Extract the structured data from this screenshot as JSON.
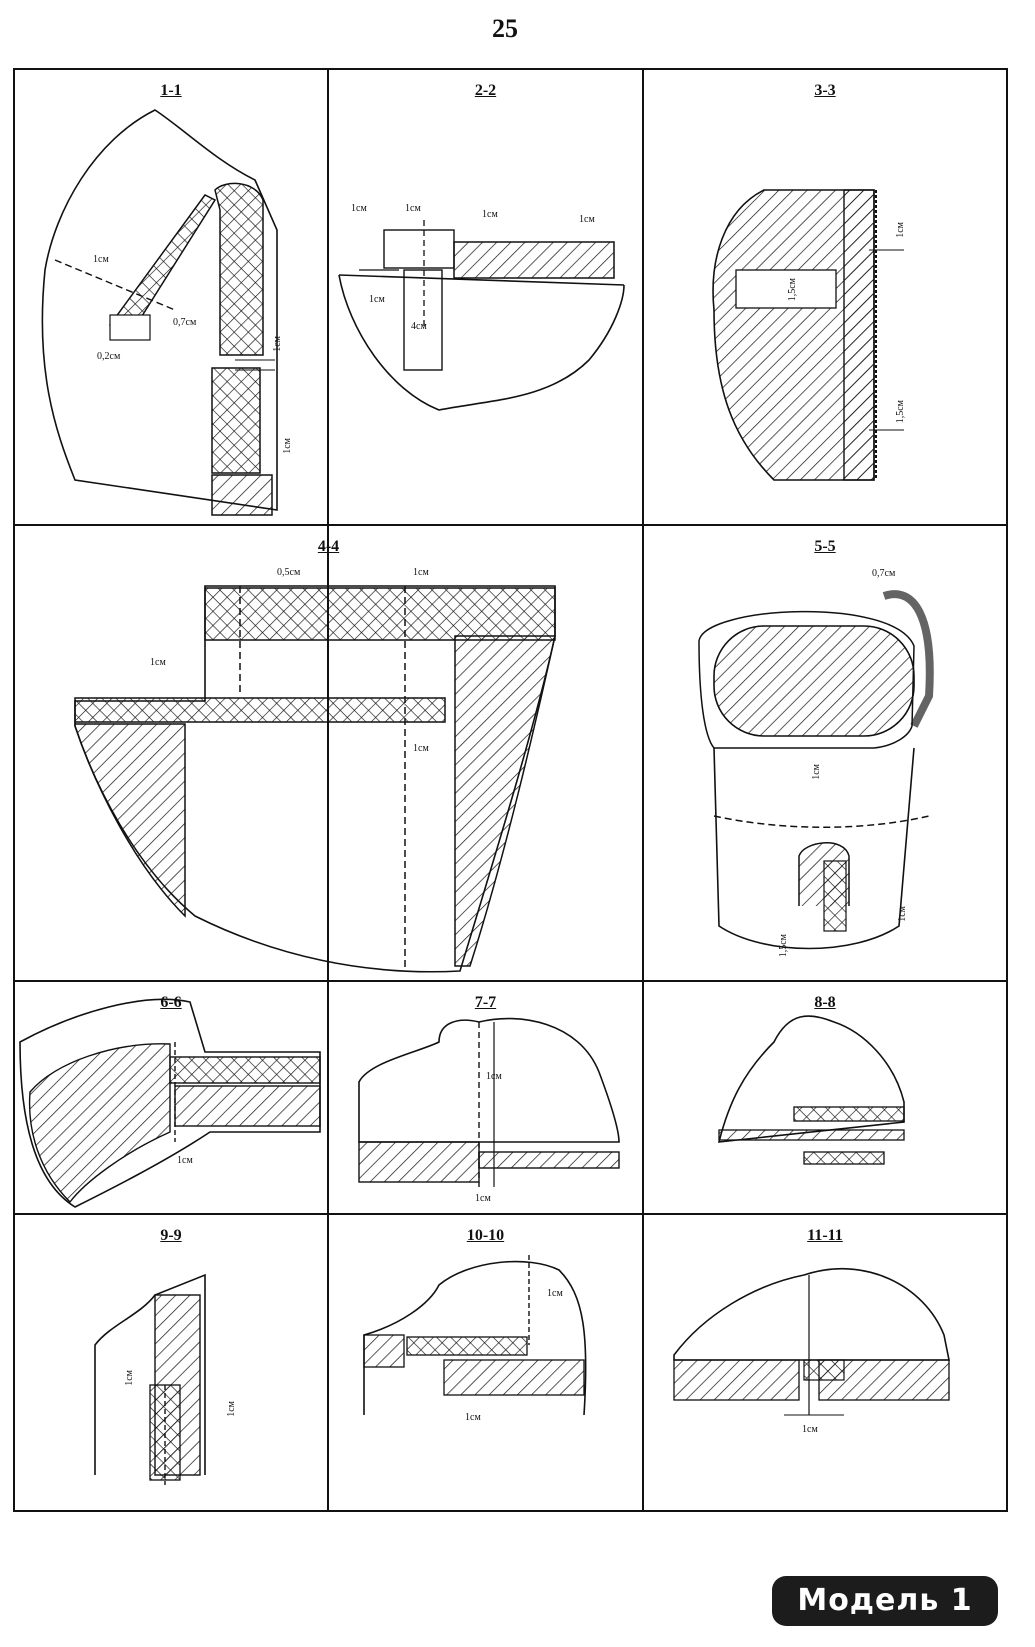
{
  "page_number": "25",
  "model_badge": "Модель 1",
  "sections": [
    {
      "id": "s1",
      "label": "1-1",
      "dims": [
        "1см",
        "0,7см",
        "0,2см",
        "1см",
        "1см"
      ]
    },
    {
      "id": "s2",
      "label": "2-2",
      "dims": [
        "1см",
        "1см",
        "1см",
        "1см",
        "1см",
        "4см"
      ]
    },
    {
      "id": "s3",
      "label": "3-3",
      "dims": [
        "1см",
        "1,5см",
        "1,5см"
      ]
    },
    {
      "id": "s4",
      "label": "4-4",
      "dims": [
        "0,5см",
        "1см",
        "1см",
        "1см"
      ]
    },
    {
      "id": "s5",
      "label": "5-5",
      "dims": [
        "0,7см",
        "1см",
        "1см",
        "1,5см"
      ]
    },
    {
      "id": "s6",
      "label": "6-6",
      "dims": [
        "1см"
      ]
    },
    {
      "id": "s7",
      "label": "7-7",
      "dims": [
        "1см",
        "1см"
      ]
    },
    {
      "id": "s8",
      "label": "8-8",
      "dims": []
    },
    {
      "id": "s9",
      "label": "9-9",
      "dims": [
        "1см",
        "1см"
      ]
    },
    {
      "id": "s10",
      "label": "10-10",
      "dims": [
        "1см",
        "1см"
      ]
    },
    {
      "id": "s11",
      "label": "11-11",
      "dims": [
        "1см"
      ]
    }
  ]
}
